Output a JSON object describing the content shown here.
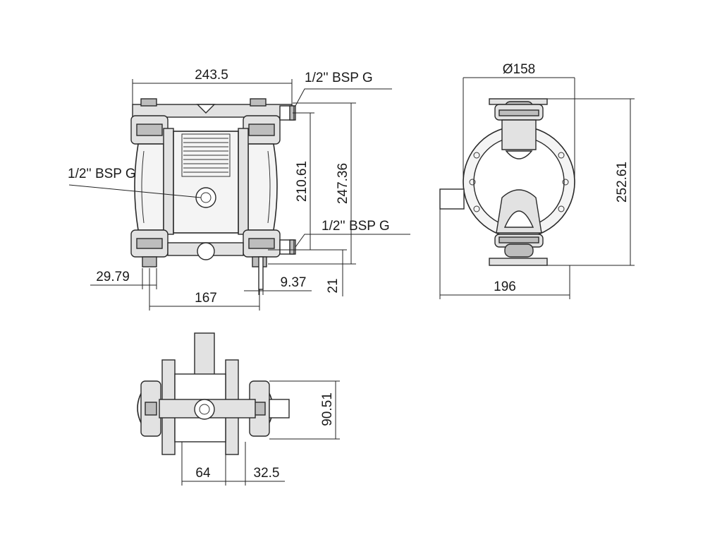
{
  "views": {
    "front": {
      "width_label": "243.5",
      "outlet_label": "1/2'' BSP G",
      "air_label": "1/2'' BSP G",
      "inlet_label": "1/2'' BSP G",
      "height_outlet_label": "210.61",
      "height_total_label": "247.36",
      "foot_width_label": "29.79",
      "foot_spacing_label": "167",
      "inlet_offset_label": "9.37",
      "foot_height_label": "21"
    },
    "side": {
      "diameter_label": "Ø158",
      "height_label": "252.61",
      "depth_label": "196"
    },
    "top": {
      "depth_label": "90.51",
      "center_width_label": "64",
      "offset_label": "32.5"
    }
  }
}
